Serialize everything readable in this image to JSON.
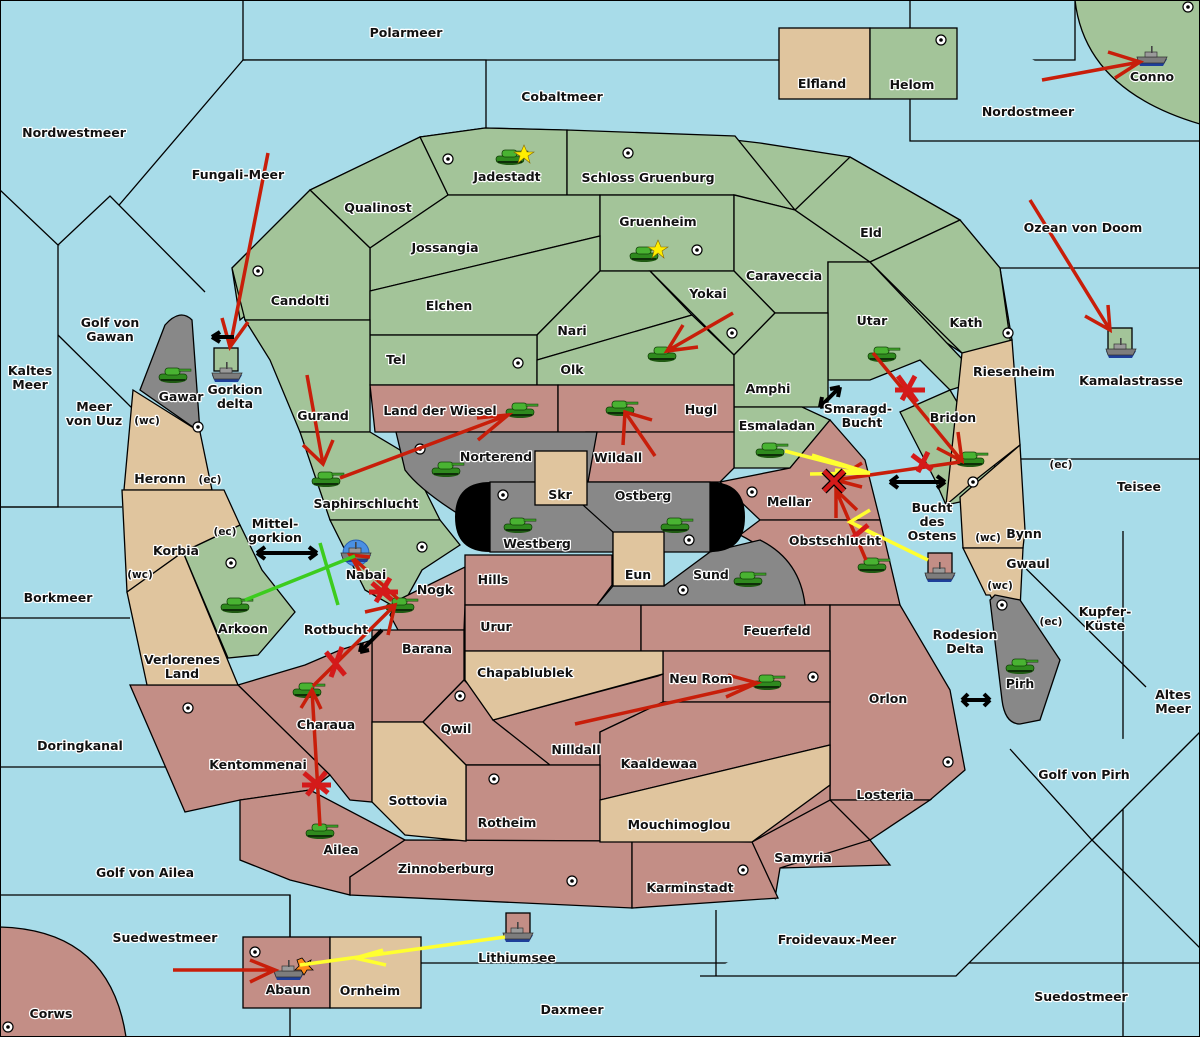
{
  "title": "Diplomacy map",
  "colors": {
    "sea": "#a8dce9",
    "power_green": "#a3c499",
    "power_red": "#c38e86",
    "neutral_tan": "#e0c59e",
    "impassable_grey": "#888888",
    "move_order": "#c81e0a",
    "support_order": "#ffff30",
    "convoy_order": "#3ccc1e",
    "failed_marker": "#d41a1a"
  },
  "seas": [
    {
      "name": "Polarmeer"
    },
    {
      "name": "Cobaltmeer"
    },
    {
      "name": "Nordwestmeer"
    },
    {
      "name": "Fungali-Meer"
    },
    {
      "name": "Nordostmeer"
    },
    {
      "name": "Ozean von Doom"
    },
    {
      "name": "Golf von Gawan"
    },
    {
      "name": "Kaltes Meer"
    },
    {
      "name": "Meer von Uuz"
    },
    {
      "name": "Gorkion delta"
    },
    {
      "name": "Mittel-gorkion"
    },
    {
      "name": "Borkmeer"
    },
    {
      "name": "Rotbucht"
    },
    {
      "name": "Doringkanal"
    },
    {
      "name": "Golf von Ailea"
    },
    {
      "name": "Suedwestmeer"
    },
    {
      "name": "Lithiumsee"
    },
    {
      "name": "Daxmeer"
    },
    {
      "name": "Froidevaux-Meer"
    },
    {
      "name": "Suedostmeer"
    },
    {
      "name": "Golf von Pirh"
    },
    {
      "name": "Altes Meer"
    },
    {
      "name": "Kupfer-Küste"
    },
    {
      "name": "Teisee"
    },
    {
      "name": "Kamalastrasse"
    },
    {
      "name": "Rodesion Delta"
    },
    {
      "name": "Bucht des Ostens"
    },
    {
      "name": "Smaragd-Bucht"
    }
  ],
  "labels": {
    "polarmeer": "Polarmeer",
    "cobaltmeer": "Cobaltmeer",
    "nordwestmeer": "Nordwestmeer",
    "fungali": "Fungali-Meer",
    "nordostmeer": "Nordostmeer",
    "ozean": "Ozean von Doom",
    "gawan1": "Golf von",
    "gawan2": "Gawan",
    "kaltes1": "Kaltes",
    "kaltes2": "Meer",
    "uuz1": "Meer",
    "uuz2": "von Uuz",
    "gorkion1": "Gorkion",
    "gorkion2": "delta",
    "mittel1": "Mittel-",
    "mittel2": "gorkion",
    "borkmeer": "Borkmeer",
    "rotbucht": "Rotbucht",
    "doringkanal": "Doringkanal",
    "golfailea": "Golf von Ailea",
    "suedwestmeer": "Suedwestmeer",
    "lithiumsee": "Lithiumsee",
    "daxmeer": "Daxmeer",
    "froidevaux": "Froidevaux-Meer",
    "suedostmeer": "Suedostmeer",
    "golfpirh": "Golf von Pirh",
    "altes1": "Altes",
    "altes2": "Meer",
    "kupfer1": "Kupfer-",
    "kupfer2": "Küste",
    "teisee": "Teisee",
    "kamala": "Kamalastrasse",
    "rodesion1": "Rodesion",
    "rodesion2": "Delta",
    "bucht1": "Bucht",
    "bucht2": "des",
    "bucht3": "Ostens",
    "smaragd1": "Smaragd-",
    "smaragd2": "Bucht",
    "elfland": "Elfland",
    "helom": "Helom",
    "conno": "Conno",
    "jadestadt": "Jadestadt",
    "schloss": "Schloss Gruenburg",
    "qualinost": "Qualinost",
    "jossangia": "Jossangia",
    "gruenheim": "Gruenheim",
    "eld": "Eld",
    "candolti": "Candolti",
    "elchen": "Elchen",
    "caraveccia": "Caraveccia",
    "yokai": "Yokai",
    "nari": "Nari",
    "utar": "Utar",
    "kath": "Kath",
    "tel": "Tel",
    "olk": "Olk",
    "amphi": "Amphi",
    "riesenheim": "Riesenheim",
    "gurand": "Gurand",
    "landwiesel": "Land der Wiesel",
    "hugl": "Hugl",
    "esmaladan": "Esmaladan",
    "bridon": "Bridon",
    "gawar": "Gawar",
    "heronn": "Heronn",
    "norterend": "Norterend",
    "wildall": "Wildall",
    "skr": "Skr",
    "ostberg": "Ostberg",
    "mellar": "Mellar",
    "saphir": "Saphirschlucht",
    "westberg": "Westberg",
    "korbia": "Korbia",
    "nabai": "Nabai",
    "obst": "Obstschlucht",
    "bynn": "Bynn",
    "gwaul": "Gwaul",
    "nogk": "Nogk",
    "hills": "Hills",
    "eun": "Eun",
    "sund": "Sund",
    "arkoon": "Arkoon",
    "urur": "Urur",
    "feuerfeld": "Feuerfeld",
    "barana": "Barana",
    "verlorenes1": "Verlorenes",
    "verlorenes2": "Land",
    "chapa": "Chapablublek",
    "neurom": "Neu Rom",
    "orlon": "Orlon",
    "pirh": "Pirh",
    "charaua": "Charaua",
    "qwil": "Qwil",
    "nilldall": "Nilldall",
    "kaaldewaa": "Kaaldewaa",
    "kentommenai": "Kentommenai",
    "sottovia": "Sottovia",
    "losteria": "Losteria",
    "rotheim": "Rotheim",
    "mouchimoglou": "Mouchimoglou",
    "ailea": "Ailea",
    "samyria": "Samyria",
    "zinnoberburg": "Zinnoberburg",
    "karminstadt": "Karminstadt",
    "abaun": "Abaun",
    "ornheim": "Ornheim",
    "corws": "Corws",
    "wc": "(wc)",
    "ec": "(ec)"
  },
  "units": [
    {
      "type": "army",
      "owner": "green",
      "province": "Jadestadt",
      "star": true
    },
    {
      "type": "army",
      "owner": "green",
      "province": "Gruenheim",
      "star": true
    },
    {
      "type": "army",
      "owner": "green",
      "province": "Olk"
    },
    {
      "type": "army",
      "owner": "green",
      "province": "Utar"
    },
    {
      "type": "army",
      "owner": "green",
      "province": "Bridon"
    },
    {
      "type": "army",
      "owner": "green",
      "province": "Esmaladan"
    },
    {
      "type": "army",
      "owner": "green",
      "province": "Gawar"
    },
    {
      "type": "army",
      "owner": "green",
      "province": "Saphirschlucht"
    },
    {
      "type": "army",
      "owner": "green",
      "province": "Land der Wiesel"
    },
    {
      "type": "army",
      "owner": "green",
      "province": "Hugl"
    },
    {
      "type": "army",
      "owner": "green",
      "province": "Norterend"
    },
    {
      "type": "army",
      "owner": "green",
      "province": "Westberg"
    },
    {
      "type": "army",
      "owner": "green",
      "province": "Ostberg"
    },
    {
      "type": "army",
      "owner": "green",
      "province": "Sund"
    },
    {
      "type": "army",
      "owner": "green",
      "province": "Arkoon"
    },
    {
      "type": "army",
      "owner": "green",
      "province": "Nogk"
    },
    {
      "type": "army",
      "owner": "green",
      "province": "Charaua"
    },
    {
      "type": "army",
      "owner": "green",
      "province": "Ailea"
    },
    {
      "type": "army",
      "owner": "green",
      "province": "Obstschlucht"
    },
    {
      "type": "army",
      "owner": "green",
      "province": "Neu Rom"
    },
    {
      "type": "army",
      "owner": "green",
      "province": "Pirh"
    },
    {
      "type": "fleet",
      "owner": "green",
      "province": "Conno"
    },
    {
      "type": "fleet",
      "owner": "green",
      "province": "Gorkion delta"
    },
    {
      "type": "fleet",
      "owner": "green",
      "province": "Kamalastrasse"
    },
    {
      "type": "fleet",
      "owner": "red",
      "province": "Bucht des Ostens"
    },
    {
      "type": "fleet",
      "owner": "red",
      "province": "Lithiumsee"
    },
    {
      "type": "fleet",
      "owner": "red",
      "province": "Abaun",
      "dislodged": true
    },
    {
      "type": "fleet",
      "owner": "blue",
      "province": "Nabai",
      "destroyed": true
    }
  ]
}
